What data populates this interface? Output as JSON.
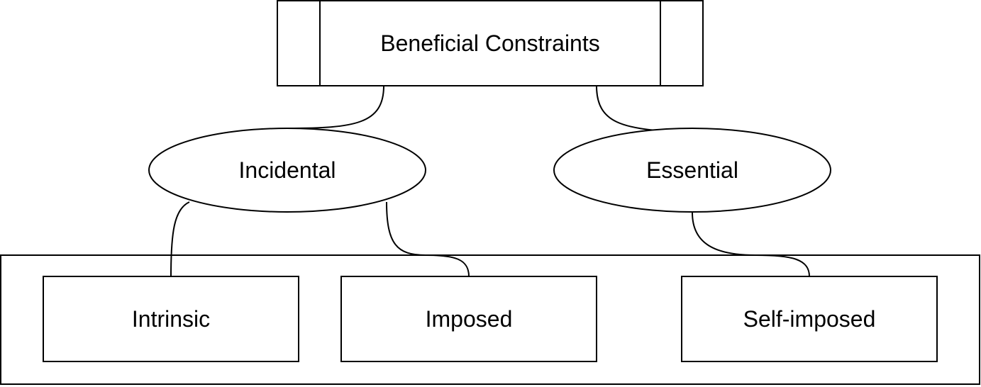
{
  "root": {
    "label": "Beneficial Constraints"
  },
  "categories": [
    {
      "label": "Incidental"
    },
    {
      "label": "Essential"
    }
  ],
  "leaves": [
    {
      "label": "Intrinsic"
    },
    {
      "label": "Imposed"
    },
    {
      "label": "Self-imposed"
    }
  ],
  "colors": {
    "stroke": "#000000",
    "fill": "#ffffff"
  }
}
